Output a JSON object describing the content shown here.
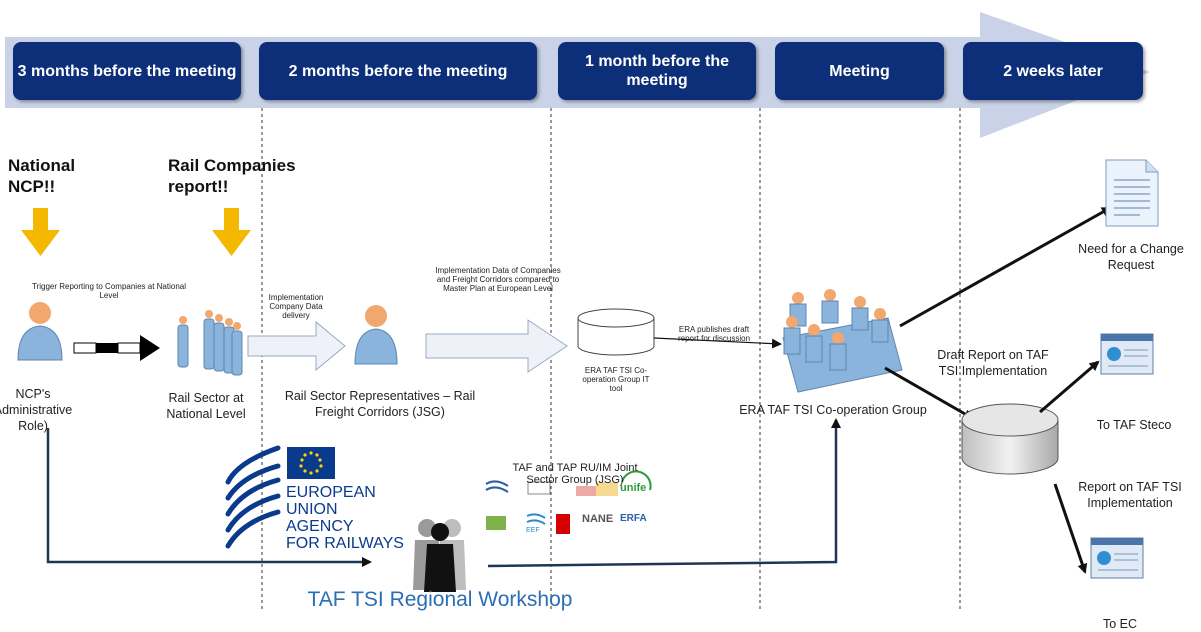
{
  "phases": [
    "3 months before the meeting",
    "2 months before the meeting",
    "1 month before the meeting",
    "Meeting",
    "2 weeks later"
  ],
  "notes": {
    "national_ncp": "National NCP!!",
    "rail_companies": "Rail Companies report!!"
  },
  "nodes": {
    "ncp_role": "NCP's Administrative Role)",
    "rail_sector_national": "Rail Sector at National Level",
    "representatives": "Rail Sector Representatives – Rail Freight Corridors (JSG)",
    "it_tool": "ERA TAF TSI Co-operation Group IT tool",
    "coop_group": "ERA TAF TSI Co-operation Group",
    "change_request": "Need for a Change Request",
    "taf_steco": "To TAF Steco",
    "to_ec": "To EC",
    "draft_report": "Draft Report on TAF TSI Implementation",
    "report_impl": "Report on TAF TSI Implementation"
  },
  "edge_labels": {
    "trigger": "Trigger Reporting to Companies at National Level",
    "company_data": "Implementation Company Data delivery",
    "impl_data": "Implementation Data of Companies and Freight Corridors compared to Master Plan at European Level",
    "era_publishes": "ERA publishes draft report for discussion"
  },
  "agency": {
    "line1": "EUROPEAN",
    "line2": "UNION",
    "line3": "AGENCY",
    "line4": "FOR RAILWAYS"
  },
  "jsg_title": "TAF and TAP RU/IM Joint Sector Group (JSG)",
  "sector_logos": [
    "unife",
    "NANE",
    "ERFA",
    "EEF"
  ],
  "workshop": "TAF TSI Regional Workshop",
  "colors": {
    "phase_fill": "#0d2f7a",
    "timeline_arrow": "#c9d2e6",
    "yellow_arrow": "#f5b800",
    "eu_blue": "#0a3a8c",
    "person_blue": "#8ab4dc",
    "person_head": "#f1a76d"
  }
}
